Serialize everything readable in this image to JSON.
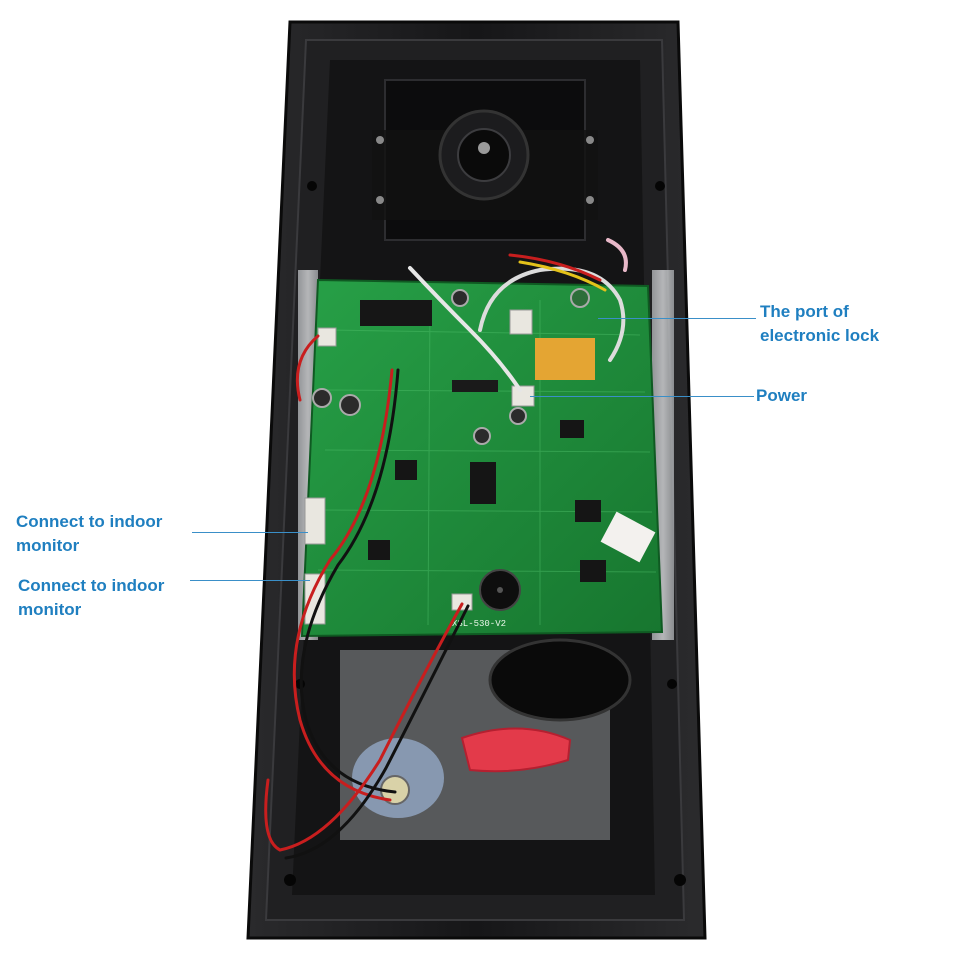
{
  "annotations": {
    "lock_port": {
      "line1": "The port of",
      "line2": "electronic lock"
    },
    "power": {
      "text": "Power"
    },
    "indoor_monitor_1": {
      "line1": "Connect to indoor",
      "line2": "monitor"
    },
    "indoor_monitor_2": {
      "line1": "Connect to indoor",
      "line2": "monitor"
    }
  },
  "board": {
    "silkscreen": "XSL-530-V2"
  },
  "colors": {
    "label": "#1f7fc0",
    "enclosure": "#1b1b1d",
    "pcb": "#1f8a3a",
    "wire_red": "#c81e1e",
    "wire_black": "#111111"
  }
}
